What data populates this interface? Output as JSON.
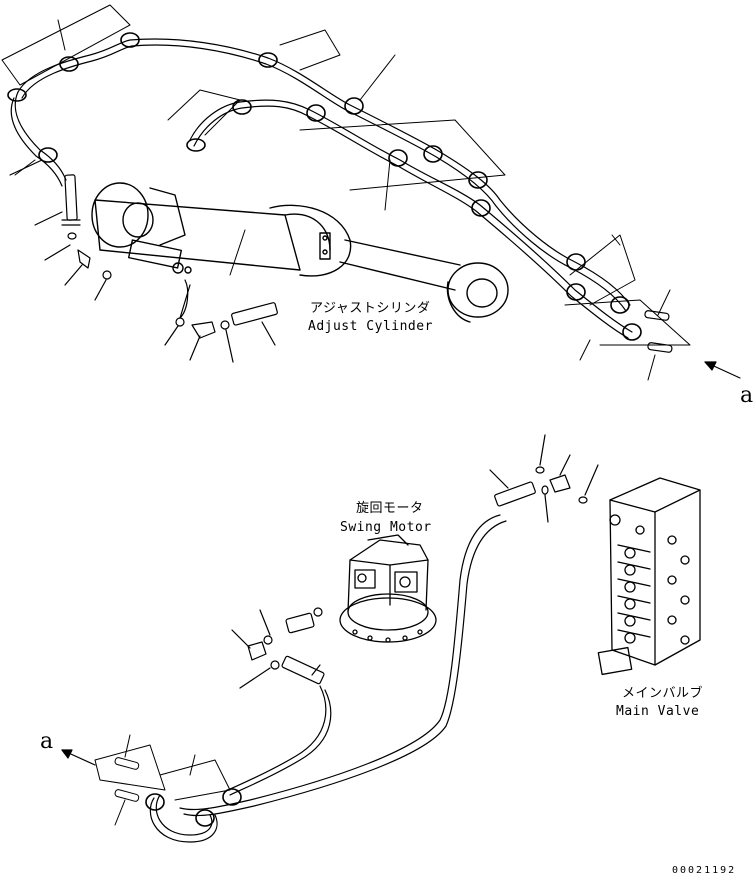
{
  "diagram": {
    "labels": {
      "adjust_cylinder_jp": "アジャストシリンダ",
      "adjust_cylinder_en": "Adjust Cylinder",
      "swing_motor_jp": "旋回モータ",
      "swing_motor_en": "Swing Motor",
      "main_valve_jp": "メインバルブ",
      "main_valve_en": "Main Valve",
      "ref_a_top": "a",
      "ref_a_bottom": "a",
      "drawing_number": "00021192"
    }
  }
}
